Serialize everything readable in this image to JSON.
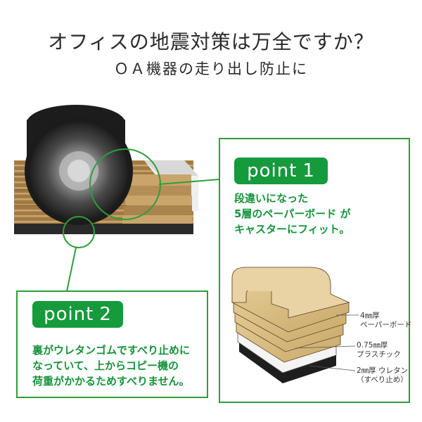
{
  "header": {
    "title": "オフィスの地震対策は万全ですか？",
    "subtitle": "ＯＡ機器の走り出し防止に"
  },
  "point1": {
    "badge_word": "point",
    "badge_num": "1",
    "lines": [
      "段違いになった",
      "5層のペーパーボード が",
      "キャスターにフィット。"
    ]
  },
  "point2": {
    "badge_word": "point",
    "badge_num": "2",
    "lines": [
      "裏がウレタンゴムですべり止めに",
      "なっていて、上からコピー機の",
      "荷重がかかるためすべりません。"
    ]
  },
  "layer_labels": {
    "paper": [
      "4㎜厚",
      "ペーパーボード"
    ],
    "plastic": [
      "0.75㎜厚",
      "プラスチック"
    ],
    "urethane": [
      "2㎜厚 ウレタン",
      "（すべり止め）"
    ]
  },
  "colors": {
    "accent_green": "#159a3c",
    "text_green": "#15933a",
    "board": "#d9bf8c",
    "board_dark": "#8a6d3b",
    "caster_dark": "#2b2b2b"
  }
}
